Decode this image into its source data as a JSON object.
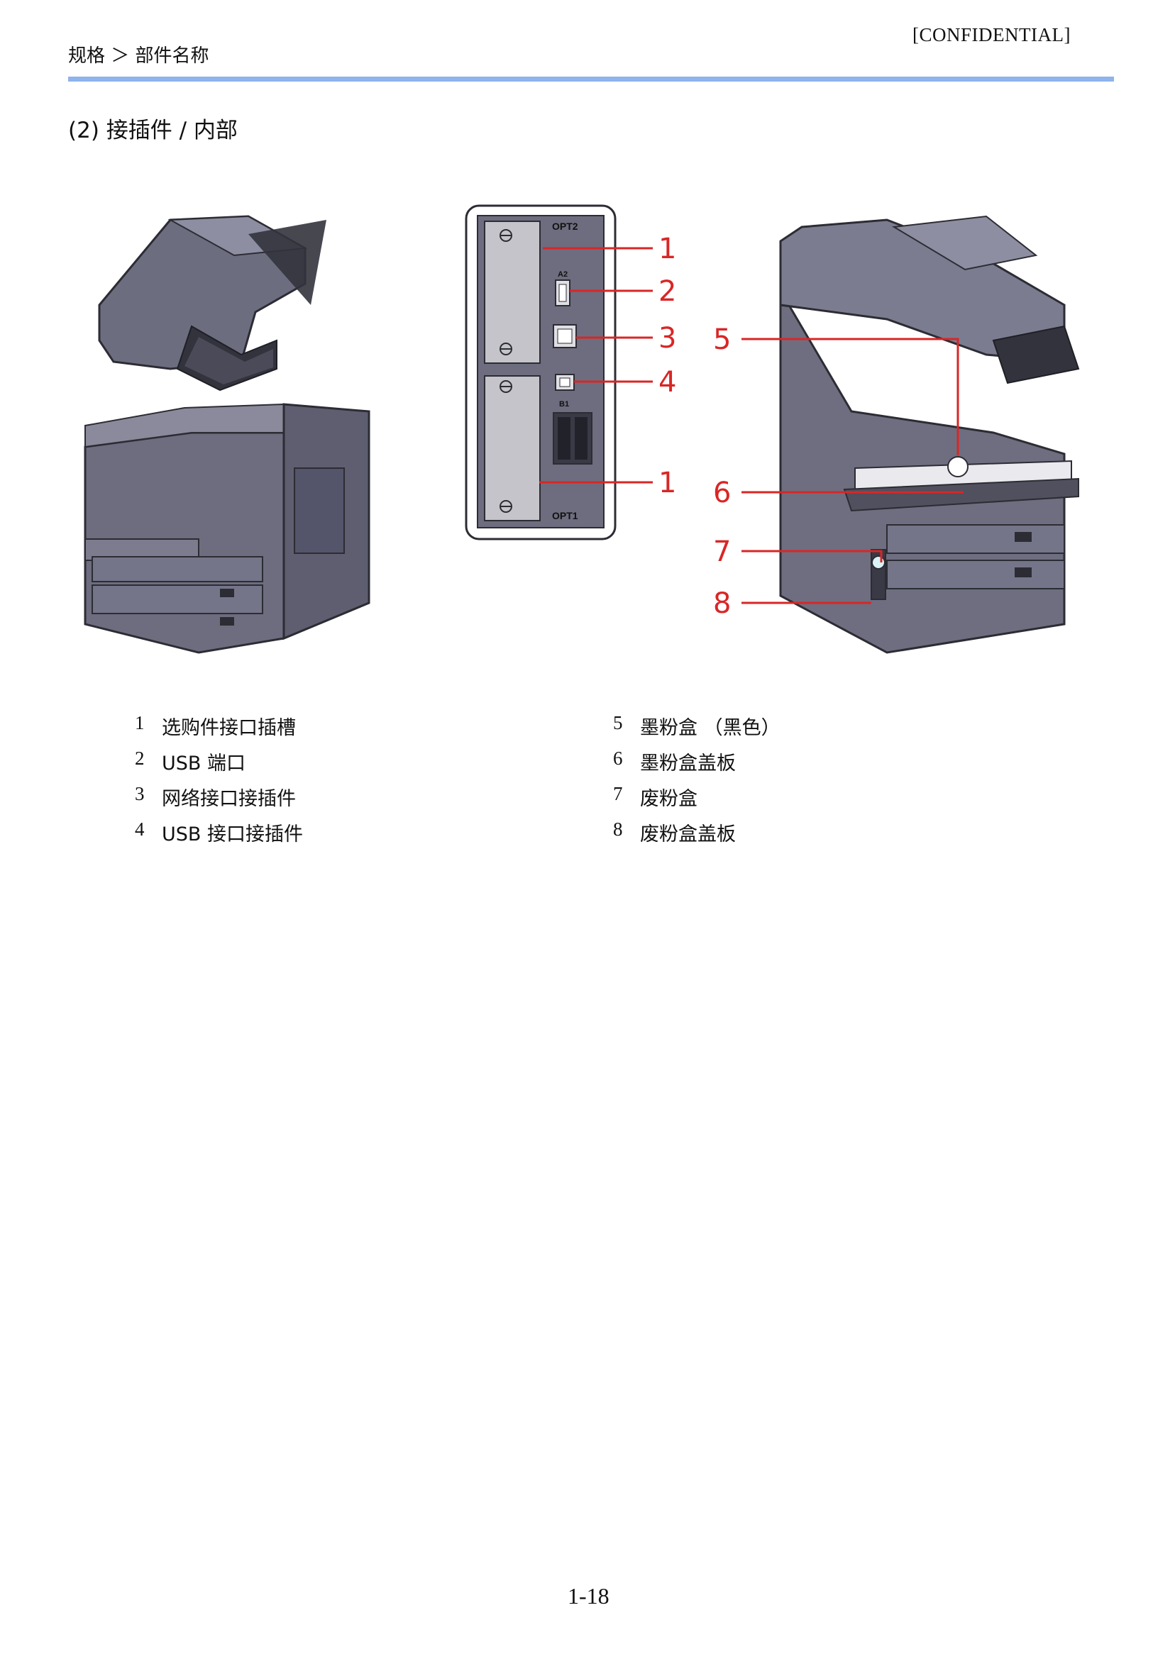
{
  "header": {
    "breadcrumb": "规格 ＞ 部件名称",
    "confidential": "[CONFIDENTIAL]"
  },
  "section_title": "(2) 接插件 / 内部",
  "figure": {
    "callouts": [
      "1",
      "2",
      "3",
      "4",
      "1",
      "5",
      "6",
      "7",
      "8"
    ],
    "panel_labels": {
      "opt2": "OPT2",
      "opt1": "OPT1",
      "a2": "A2",
      "b1": "B1"
    },
    "colors": {
      "callout": "#d92626",
      "machine_body": "#6e6e80",
      "header_rule": "#8fb3ec"
    }
  },
  "legend": {
    "left": [
      {
        "num": "1",
        "text": "选购件接口插槽"
      },
      {
        "num": "2",
        "text": "USB 端口"
      },
      {
        "num": "3",
        "text": "网络接口接插件"
      },
      {
        "num": "4",
        "text": "USB 接口接插件"
      }
    ],
    "right": [
      {
        "num": "5",
        "text": "墨粉盒 （黑色）"
      },
      {
        "num": "6",
        "text": "墨粉盒盖板"
      },
      {
        "num": "7",
        "text": "废粉盒"
      },
      {
        "num": "8",
        "text": "废粉盒盖板"
      }
    ]
  },
  "page_number": "1-18"
}
